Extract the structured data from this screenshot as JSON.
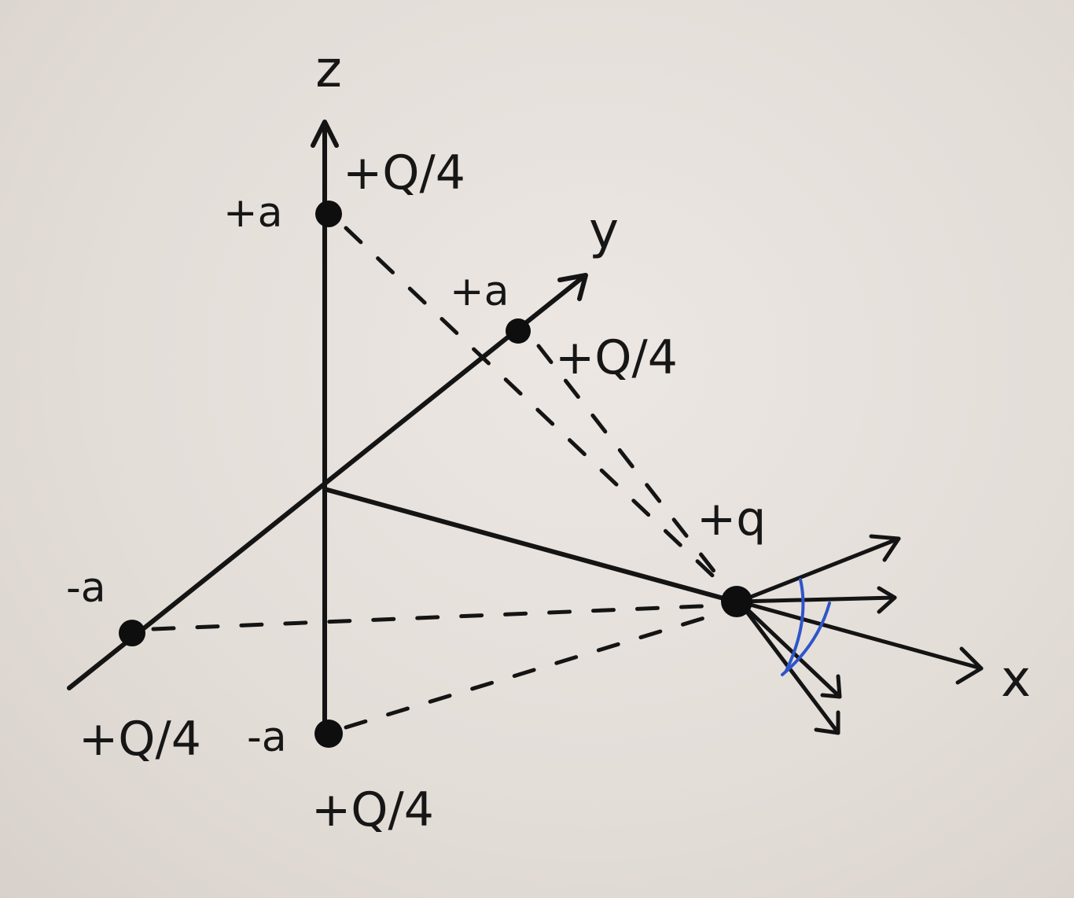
{
  "axes": {
    "x": "x",
    "y": "y",
    "z": "z"
  },
  "coordinates": {
    "z_pos": "+a",
    "z_neg": "-a",
    "y_pos": "+a",
    "x_neg": "-a"
  },
  "charges": {
    "top": "+Q/4",
    "y_axis": "+Q/4",
    "left": "+Q/4",
    "bottom": "+Q/4",
    "test": "+q"
  },
  "colors": {
    "ink": "#141414",
    "angle_arc": "#2f55c9",
    "paper": "#e6e1dc"
  }
}
